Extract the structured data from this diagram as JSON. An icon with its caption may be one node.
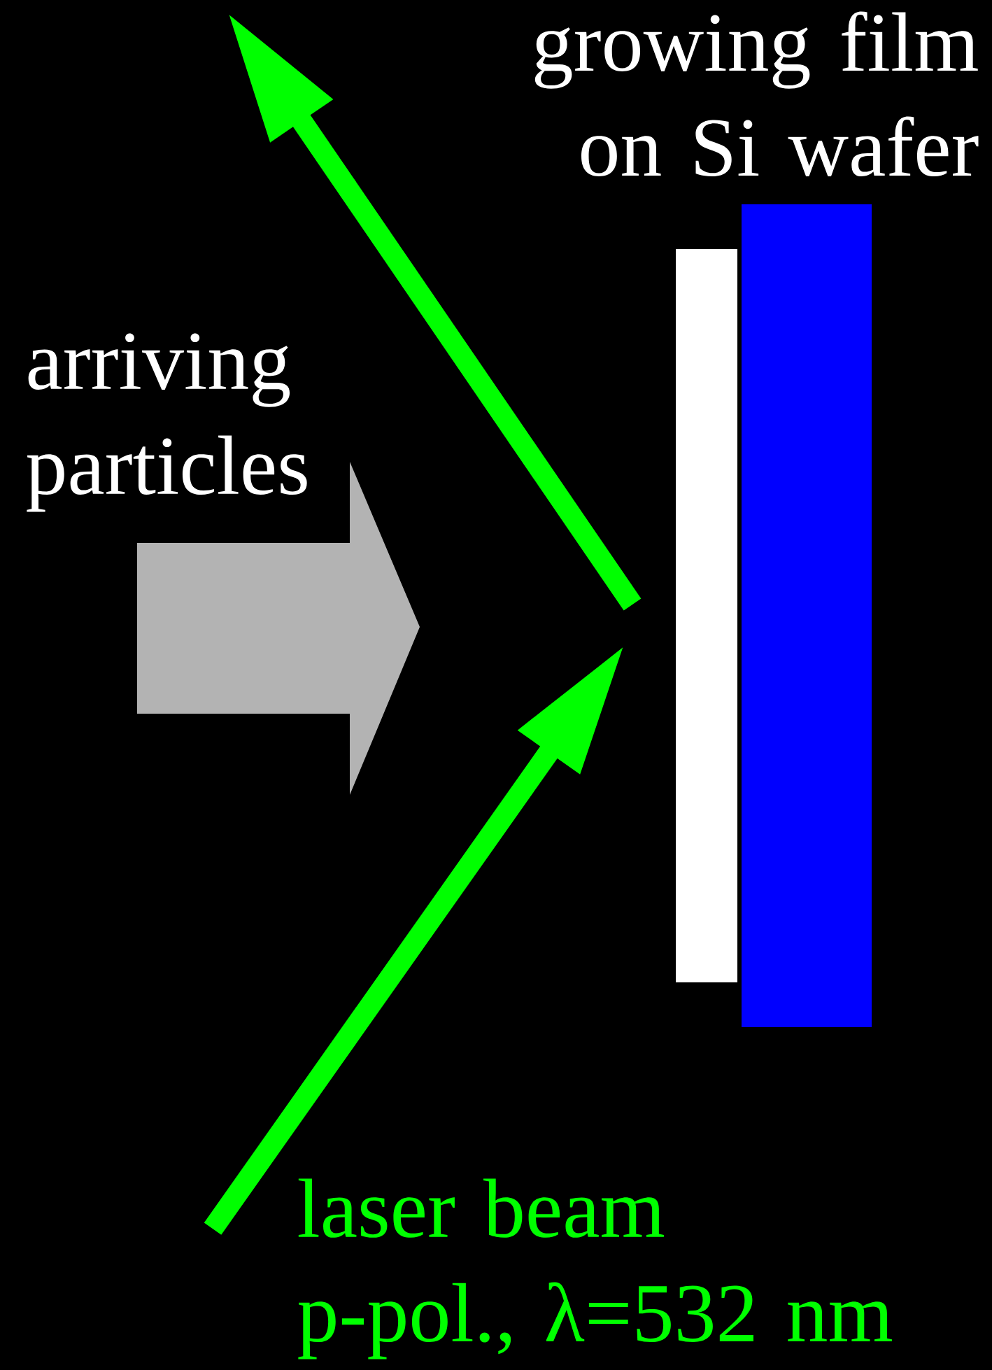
{
  "diagram": {
    "nodes": [
      {
        "text": [],
        "shape": "bar"
      },
      {
        "text": [],
        "shape": "bar"
      }
    ],
    "labels": [
      "growing film on Si wafer",
      "arriving particles",
      "laser beam",
      "p-pol., λ=532 nm"
    ]
  }
}
